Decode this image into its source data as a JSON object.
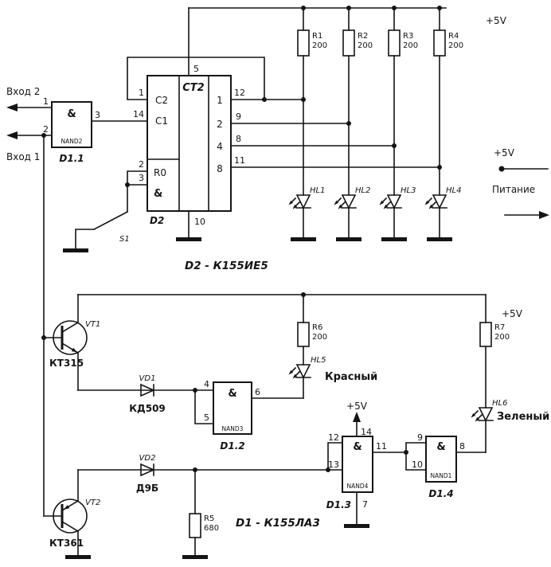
{
  "colors": {
    "ink": "#141414",
    "bg": "#ffffff"
  },
  "labels": {
    "input2": "Вход 2",
    "input1": "Вход 1",
    "v5": "+5V",
    "power": "Питание",
    "red": "Красный",
    "green": "Зеленый",
    "d2_caption": "D2 - К155ИЕ5",
    "d1_caption": "D1 - К155ЛА3"
  },
  "counter": {
    "ref": "D2",
    "symbol": "CT2",
    "c2": "C2",
    "c2_pin": "1",
    "c1": "C1",
    "c1_pin": "14",
    "r0": "R0",
    "r0_pin_a": "2",
    "r0_pin_b": "3",
    "amp": "&",
    "vcc_pin": "5",
    "gnd_pin": "10",
    "outputs": [
      {
        "pin": "12",
        "weight": "1"
      },
      {
        "pin": "9",
        "weight": "2"
      },
      {
        "pin": "8",
        "weight": "4"
      },
      {
        "pin": "11",
        "weight": "8"
      }
    ]
  },
  "gates": {
    "d11": {
      "ref": "D1.1",
      "amp": "&",
      "cell": "NAND2",
      "in_a": "1",
      "in_b": "2",
      "out": "3"
    },
    "d12": {
      "ref": "D1.2",
      "amp": "&",
      "cell": "NAND3",
      "in_a": "4",
      "in_b": "5",
      "out": "6"
    },
    "d13": {
      "ref": "D1.3",
      "amp": "&",
      "cell": "NAND4",
      "in_a": "12",
      "in_b": "13",
      "out": "11",
      "vcc": "14",
      "gnd": "7"
    },
    "d14": {
      "ref": "D1.4",
      "amp": "&",
      "cell": "NAND1",
      "in_a": "9",
      "in_b": "10",
      "out": "8"
    }
  },
  "resistors": {
    "r1": {
      "ref": "R1",
      "value": "200"
    },
    "r2": {
      "ref": "R2",
      "value": "200"
    },
    "r3": {
      "ref": "R3",
      "value": "200"
    },
    "r4": {
      "ref": "R4",
      "value": "200"
    },
    "r5": {
      "ref": "R5",
      "value": "680"
    },
    "r6": {
      "ref": "R6",
      "value": "200"
    },
    "r7": {
      "ref": "R7",
      "value": "200"
    }
  },
  "leds": {
    "hl1": "HL1",
    "hl2": "HL2",
    "hl3": "HL3",
    "hl4": "HL4",
    "hl5": "HL5",
    "hl6": "HL6"
  },
  "transistors": {
    "vt1": {
      "ref": "VT1",
      "part": "КТ315"
    },
    "vt2": {
      "ref": "VT2",
      "part": "КТ361"
    }
  },
  "diodes": {
    "vd1": {
      "ref": "VD1",
      "part": "КД509"
    },
    "vd2": {
      "ref": "VD2",
      "part": "Д9Б"
    }
  },
  "switch": {
    "ref": "S1"
  }
}
